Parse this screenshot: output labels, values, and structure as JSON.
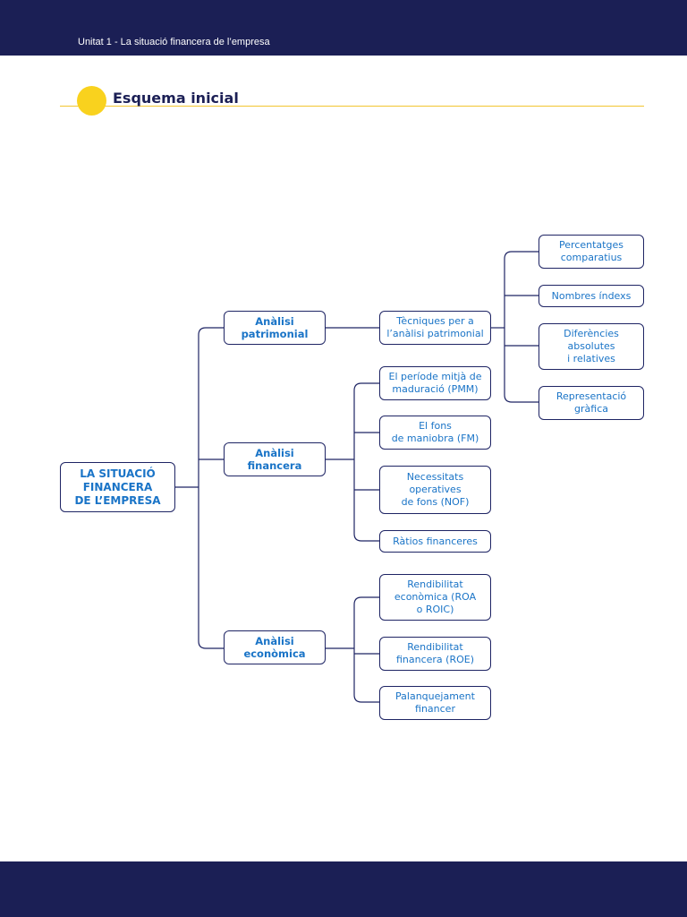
{
  "header": {
    "unit_title": "Unitat 1 - La situació financera de l’empresa"
  },
  "section": {
    "title": "Esquema inicial"
  },
  "colors": {
    "header_band": "#1b1f55",
    "accent_yellow": "#f9d21e",
    "node_border": "#1e2464",
    "node_text": "#1a74c7"
  },
  "diagram": {
    "root": {
      "lines": [
        "LA SITUACIÓ",
        "FINANCERA",
        "DE L’EMPRESA"
      ]
    },
    "patrimonial": {
      "lines": [
        "Anàlisi",
        "patrimonial"
      ],
      "techniques": {
        "lines": [
          "Tècniques per a",
          "l’anàlisi patrimonial"
        ]
      },
      "items": [
        {
          "lines": [
            "Percentatges",
            "comparatius"
          ]
        },
        {
          "lines": [
            "Nombres índexs"
          ]
        },
        {
          "lines": [
            "Diferències",
            "absolutes",
            "i relatives"
          ]
        },
        {
          "lines": [
            "Representació",
            "gràfica"
          ]
        }
      ]
    },
    "financera": {
      "lines": [
        "Anàlisi",
        "financera"
      ],
      "items": [
        {
          "lines": [
            "El període mitjà de",
            "maduració (PMM)"
          ]
        },
        {
          "lines": [
            "El fons",
            "de maniobra (FM)"
          ]
        },
        {
          "lines": [
            "Necessitats",
            "operatives",
            "de fons (NOF)"
          ]
        },
        {
          "lines": [
            "Ràtios financeres"
          ]
        }
      ]
    },
    "economica": {
      "lines": [
        "Anàlisi",
        "econòmica"
      ],
      "items": [
        {
          "lines": [
            "Rendibilitat",
            "econòmica (ROA",
            "o ROIC)"
          ]
        },
        {
          "lines": [
            "Rendibilitat",
            "financera (ROE)"
          ]
        },
        {
          "lines": [
            "Palanquejament",
            "financer"
          ]
        }
      ]
    }
  }
}
